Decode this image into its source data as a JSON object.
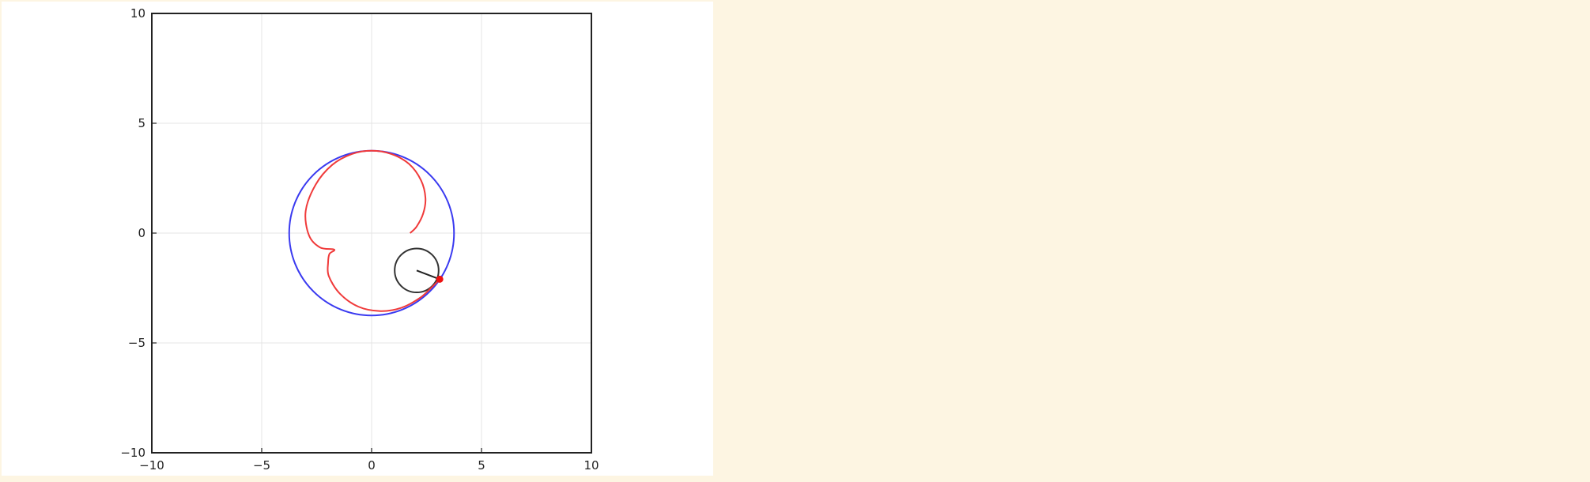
{
  "chart_data": {
    "type": "line",
    "title": "",
    "xlabel": "",
    "ylabel": "",
    "xlim": [
      -10,
      10
    ],
    "ylim": [
      -10,
      10
    ],
    "grid": true,
    "aspect": "equal",
    "x_ticks": [
      -10,
      -5,
      0,
      5,
      10
    ],
    "y_ticks": [
      -10,
      -5,
      0,
      5,
      10
    ],
    "x_tick_labels": [
      "−10",
      "−5",
      "0",
      "5",
      "10"
    ],
    "y_tick_labels": [
      "−10",
      "−5",
      "0",
      "5",
      "10"
    ],
    "series": [
      {
        "kind": "fixed-circle",
        "color": "#3a3af0",
        "center": [
          0,
          0
        ],
        "radius": 3.75
      },
      {
        "kind": "rolling-circle",
        "color": "#333333",
        "center": [
          2.05,
          -1.7
        ],
        "radius": 1.0
      },
      {
        "kind": "radius-segment",
        "color": "#222222",
        "points": [
          [
            2.05,
            -1.7
          ],
          [
            3.1,
            -2.1
          ]
        ]
      },
      {
        "kind": "traced-curve",
        "color": "#f03a3a",
        "points": [
          [
            1.75,
            0.0
          ],
          [
            2.05,
            0.3
          ],
          [
            2.35,
            0.9
          ],
          [
            2.45,
            1.6
          ],
          [
            2.25,
            2.4
          ],
          [
            1.7,
            3.15
          ],
          [
            0.9,
            3.6
          ],
          [
            0.0,
            3.75
          ],
          [
            -0.9,
            3.6
          ],
          [
            -1.8,
            3.1
          ],
          [
            -2.55,
            2.2
          ],
          [
            -3.0,
            1.0
          ],
          [
            -2.85,
            -0.1
          ],
          [
            -2.35,
            -0.65
          ],
          [
            -1.7,
            -0.75
          ],
          [
            -1.92,
            -0.95
          ],
          [
            -1.98,
            -1.35
          ],
          [
            -1.95,
            -1.95
          ],
          [
            -1.45,
            -2.75
          ],
          [
            -0.6,
            -3.35
          ],
          [
            0.4,
            -3.55
          ],
          [
            1.35,
            -3.4
          ],
          [
            2.2,
            -2.95
          ],
          [
            2.75,
            -2.45
          ],
          [
            3.1,
            -2.1
          ]
        ]
      },
      {
        "kind": "tracer-point",
        "color": "#ee1111",
        "points": [
          [
            3.1,
            -2.1
          ]
        ]
      }
    ]
  }
}
